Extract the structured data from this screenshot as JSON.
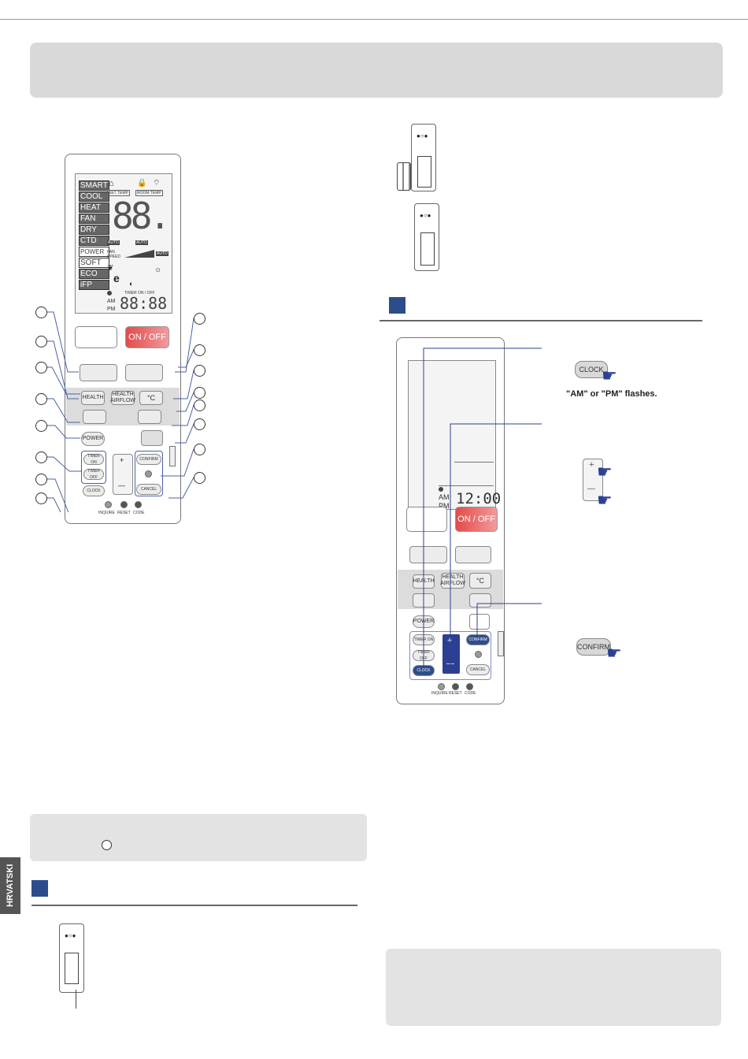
{
  "side_tab": "HRVATSKI",
  "remote1": {
    "lcd_modes": [
      "SMART",
      "COOL",
      "HEAT",
      "FAN",
      "DRY",
      "CTD",
      "POWER",
      "SOFT",
      "ECO",
      "iFP"
    ],
    "set_temp": "SET TEMP",
    "room_temp": "ROOM TEMP",
    "digits": "88.",
    "fan_speed": "FAN SPEED",
    "auto": "AUTO",
    "timer": "TIMER ON / OFF",
    "am": "AM",
    "pm": "PM",
    "clock": "88:88",
    "on_off": "ON / OFF",
    "health": "HEALTH",
    "health_airflow": "HEALTH AIRFLOW",
    "celsius": "°C",
    "power": "POWER",
    "timer_on": "TIMER ON",
    "timer_off": "TIMER OFF",
    "clock_btn": "CLOCK",
    "confirm": "CONFIRM",
    "cancel": "CANCEL",
    "plus": "+",
    "minus": "—",
    "inquire": "INQUIRE",
    "reset": "RESET",
    "code": "CODE"
  },
  "remote2": {
    "am": "AM",
    "pm": "PM",
    "clock": "12:00",
    "on_off": "ON / OFF",
    "health": "HEALTH",
    "health_airflow": "HEALTH AIRFLOW",
    "celsius": "°C",
    "power": "POWER",
    "timer_on": "TIMER ON",
    "timer_off": "TIMER OFF",
    "clock_btn": "CLOCK",
    "confirm": "CONFIRM",
    "cancel": "CANCEL",
    "plus": "+",
    "minus": "—",
    "inquire": "INQUIRE",
    "reset": "RESET",
    "code": "CODE"
  },
  "steps": {
    "clock_label": "CLOCK",
    "am_pm_flash": "\"AM\" or \"PM\" flashes.",
    "plus": "+",
    "minus": "—",
    "confirm_label": "CONFIRM"
  }
}
